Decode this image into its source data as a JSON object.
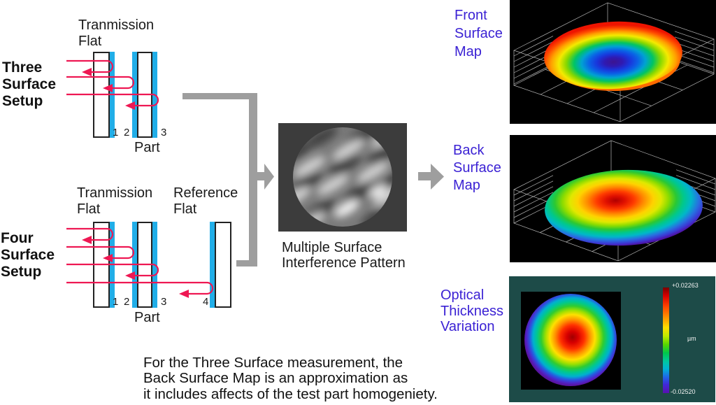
{
  "colors": {
    "beam_red": "#ee1853",
    "surface_cyan": "#21aee8",
    "connector_gray": "#9e9e9e",
    "label_purple": "#3b22d4",
    "panel_teal": "#1d4b48",
    "interference_bg": "#3c3c3c"
  },
  "three_surface": {
    "setup_lines": [
      "Three",
      "Surface",
      "Setup"
    ],
    "flat_lines": [
      "Tranmission",
      "Flat"
    ],
    "numbers": [
      "1",
      "2",
      "3"
    ],
    "part_label": "Part"
  },
  "four_surface": {
    "setup_lines": [
      "Four",
      "Surface",
      "Setup"
    ],
    "flat_lines": [
      "Tranmission",
      "Flat"
    ],
    "reference_lines": [
      "Reference",
      "Flat"
    ],
    "numbers": [
      "1",
      "2",
      "3",
      "4"
    ],
    "part_label": "Part"
  },
  "interference": {
    "caption_lines": [
      "Multiple Surface",
      "Interference Pattern"
    ]
  },
  "front_map": {
    "label_lines": [
      "Front",
      "Surface",
      "Map"
    ]
  },
  "back_map": {
    "label_lines": [
      "Back",
      "Surface",
      "Map"
    ]
  },
  "otv": {
    "label_lines": [
      "Optical",
      "Thickness",
      "Variation"
    ],
    "scale_max": "+0.02263",
    "scale_min": "-0.02520",
    "unit": "µm"
  },
  "footnote_lines": [
    "For the Three Surface measurement, the",
    "Back Surface Map is an approximation as",
    "it includes affects of the test part homogeniety."
  ]
}
